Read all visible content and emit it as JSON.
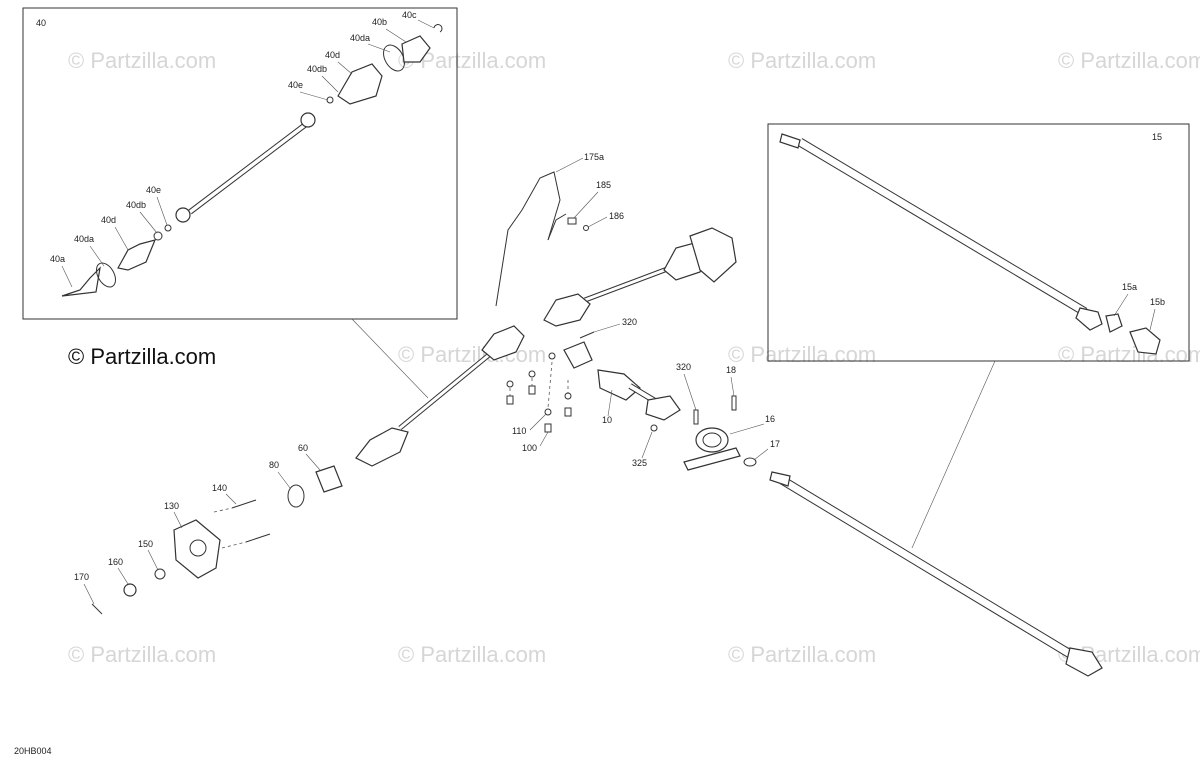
{
  "diagram_code": "20HB004",
  "watermark_text": "© Partzilla.com",
  "watermark_main": "© Partzilla.com",
  "inset_left_title": "40",
  "inset_right_title": "15",
  "callouts": {
    "40a": "40a",
    "40da": "40da",
    "40d": "40d",
    "40db": "40db",
    "40e": "40e",
    "40e_top": "40e",
    "40db_top": "40db",
    "40d_top": "40d",
    "40da_top": "40da",
    "40b": "40b",
    "40c": "40c",
    "175a": "175a",
    "185": "185",
    "186": "186",
    "320a": "320",
    "320b": "320",
    "18": "18",
    "16": "16",
    "17": "17",
    "15a": "15a",
    "15b": "15b",
    "10": "10",
    "110": "110",
    "100": "100",
    "325": "325",
    "60": "60",
    "80": "80",
    "140": "140",
    "130": "130",
    "150": "150",
    "160": "160",
    "170": "170"
  }
}
